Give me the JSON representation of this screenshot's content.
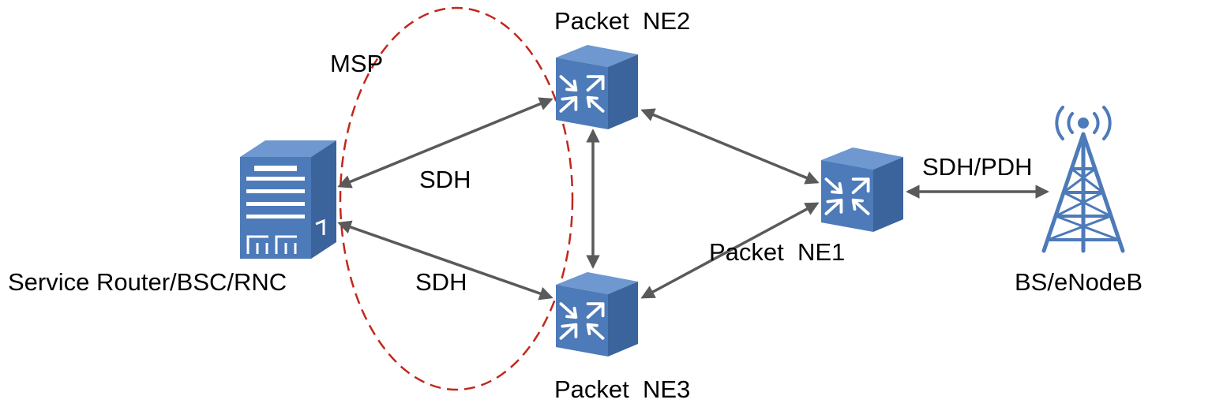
{
  "labels": {
    "msp": "MSP",
    "ne2": "Packet  NE2",
    "ne1": "Packet  NE1",
    "ne3": "Packet  NE3",
    "sdh_top": "SDH",
    "sdh_bottom": "SDH",
    "sdh_pdh": "SDH/PDH",
    "router": "Service Router/BSC/RNC",
    "bs": "BS/eNodeB"
  },
  "colors": {
    "device": "#4d7ab8",
    "link": "#5a5a5a",
    "msp_ring": "#c0281c"
  },
  "icons": {
    "router": "server-rack-icon",
    "ne1": "packet-switch-icon",
    "ne2": "packet-switch-icon",
    "ne3": "packet-switch-icon",
    "bs": "cell-tower-icon"
  }
}
